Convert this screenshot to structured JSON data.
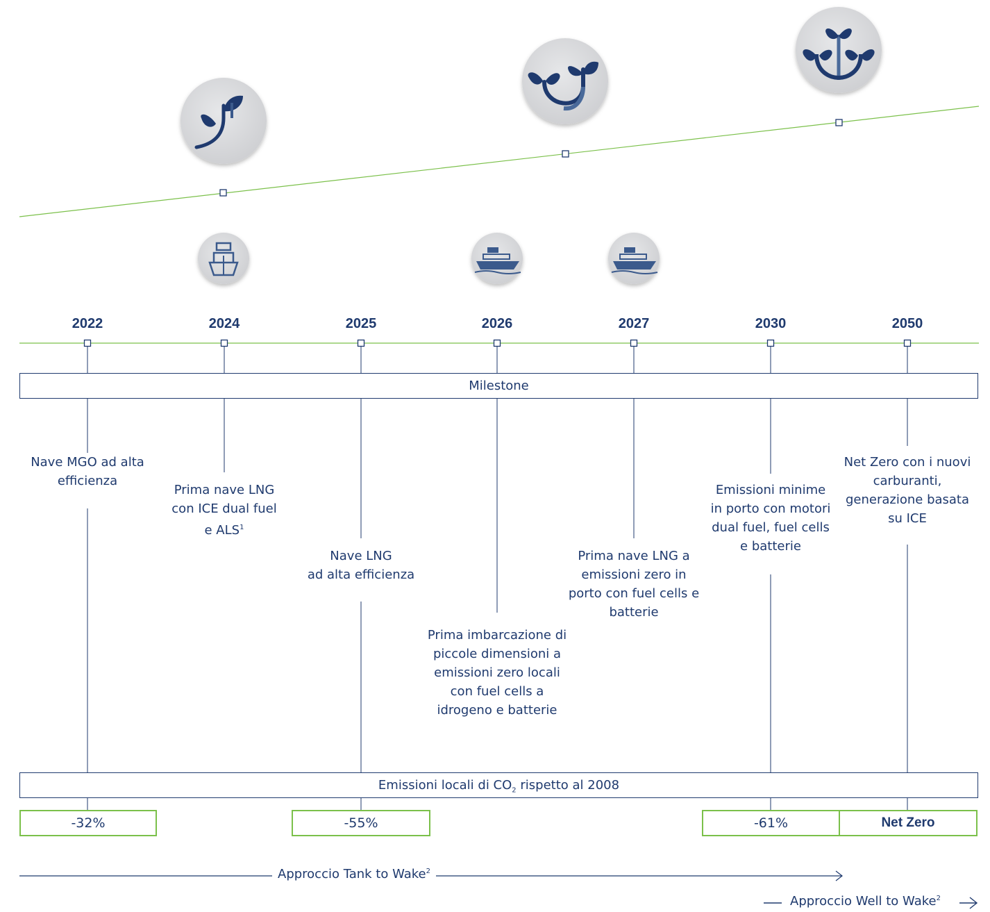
{
  "years": [
    "2022",
    "2024",
    "2025",
    "2026",
    "2027",
    "2030",
    "2050"
  ],
  "milestone_label": "Milestone",
  "milestones": [
    {
      "lines": [
        "Nave MGO ad alta",
        "efficienza"
      ]
    },
    {
      "lines": [
        "Prima nave LNG",
        "con ICE dual fuel",
        "e ALS"
      ],
      "sup": "1"
    },
    {
      "lines": [
        "Nave LNG",
        "ad alta efficienza"
      ]
    },
    {
      "lines": [
        "Prima imbarcazione di",
        "piccole dimensioni a",
        "emissioni zero locali",
        "con fuel cells a",
        "idrogeno e batterie"
      ]
    },
    {
      "lines": [
        "Prima nave LNG a",
        "emissioni zero in",
        "porto con fuel cells e",
        "batterie"
      ]
    },
    {
      "lines": [
        "Emissioni minime",
        "in porto con motori",
        "dual fuel, fuel cells",
        "e batterie"
      ]
    },
    {
      "lines": [
        "Net Zero con i nuovi",
        "carburanti,",
        "generazione basata",
        "su ICE"
      ]
    }
  ],
  "emissions_label": {
    "pre": "Emissioni locali di CO",
    "sub": "2",
    "post": " rispetto al 2008"
  },
  "reductions": [
    {
      "value": "-32%",
      "bold": false
    },
    {
      "value": "-55%",
      "bold": false
    },
    {
      "value": "-61%",
      "bold": false
    },
    {
      "value": "Net Zero",
      "bold": true
    }
  ],
  "approach_ttw": {
    "text": "Approccio Tank to Wake",
    "sup": "2"
  },
  "approach_wtw": {
    "text": "Approccio Well to Wake",
    "sup": "2"
  },
  "icons": {
    "plants": [
      "plant-stage-1-icon",
      "plant-stage-2-icon",
      "plant-stage-3-icon"
    ],
    "ships": [
      "cargo-ship-icon",
      "cruise-ship-icon",
      "cruise-ship-icon"
    ]
  },
  "colors": {
    "navy": "#1f3a6e",
    "green": "#7bc04a",
    "circle": "#d9dadc"
  }
}
